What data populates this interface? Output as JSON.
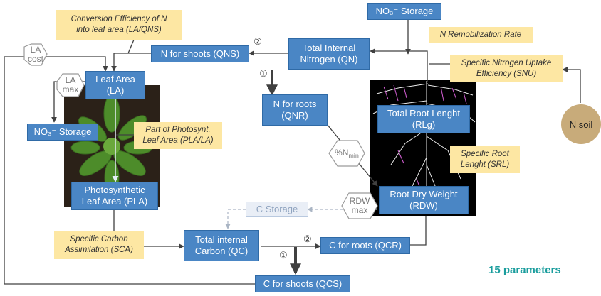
{
  "boxes": {
    "no3_storage_top": "NO₃⁻ Storage",
    "total_internal_n_line1": "Total Internal",
    "total_internal_n_line2": "Nitrogen (QN)",
    "n_for_shoots": "N for shoots (QNS)",
    "n_for_roots_line1": "N for roots",
    "n_for_roots_line2": "(QNR)",
    "leaf_area_line1": "Leaf Area",
    "leaf_area_line2": "(LA)",
    "no3_storage_left": "NO₃⁻ Storage",
    "photosynthetic_line1": "Photosynthetic",
    "photosynthetic_line2": "Leaf Area (PLA)",
    "total_root_length_line1": "Total Root Lenght",
    "total_root_length_line2": "(RLg)",
    "root_dry_weight_line1": "Root Dry Weight",
    "root_dry_weight_line2": "(RDW)",
    "c_storage": "C Storage",
    "total_internal_c_line1": "Total internal",
    "total_internal_c_line2": "Carbon (QC)",
    "c_for_roots": "C for roots (QCR)",
    "c_for_shoots": "C for shoots (QCS)"
  },
  "notes": {
    "conversion_line1": "Conversion Efficiency of N",
    "conversion_line2": "into leaf area (LA/QNS)",
    "n_remobilization": "N Remobilization Rate",
    "snu_line1": "Specific Nitrogen Uptake",
    "snu_line2": "Efficiency (SNU)",
    "pla_line1": "Part of Photosynt.",
    "pla_line2": "Leaf Area (PLA/LA)",
    "srl_line1": "Specific Root",
    "srl_line2": "Lenght (SRL)",
    "sca_line1": "Specific Carbon",
    "sca_line2": "Assimilation (SCA)"
  },
  "hexagons": {
    "la_cost_line1": "LA",
    "la_cost_line2": "cost",
    "la_max_line1": "LA",
    "la_max_line2": "max",
    "pct_n_min": "%N",
    "pct_n_min_sub": "min",
    "rdw_max_line1": "RDW",
    "rdw_max_line2": "max"
  },
  "markers": {
    "priority_1": "①",
    "priority_2": "②"
  },
  "n_soil": "N soil",
  "parameter_count": "15 parameters"
}
